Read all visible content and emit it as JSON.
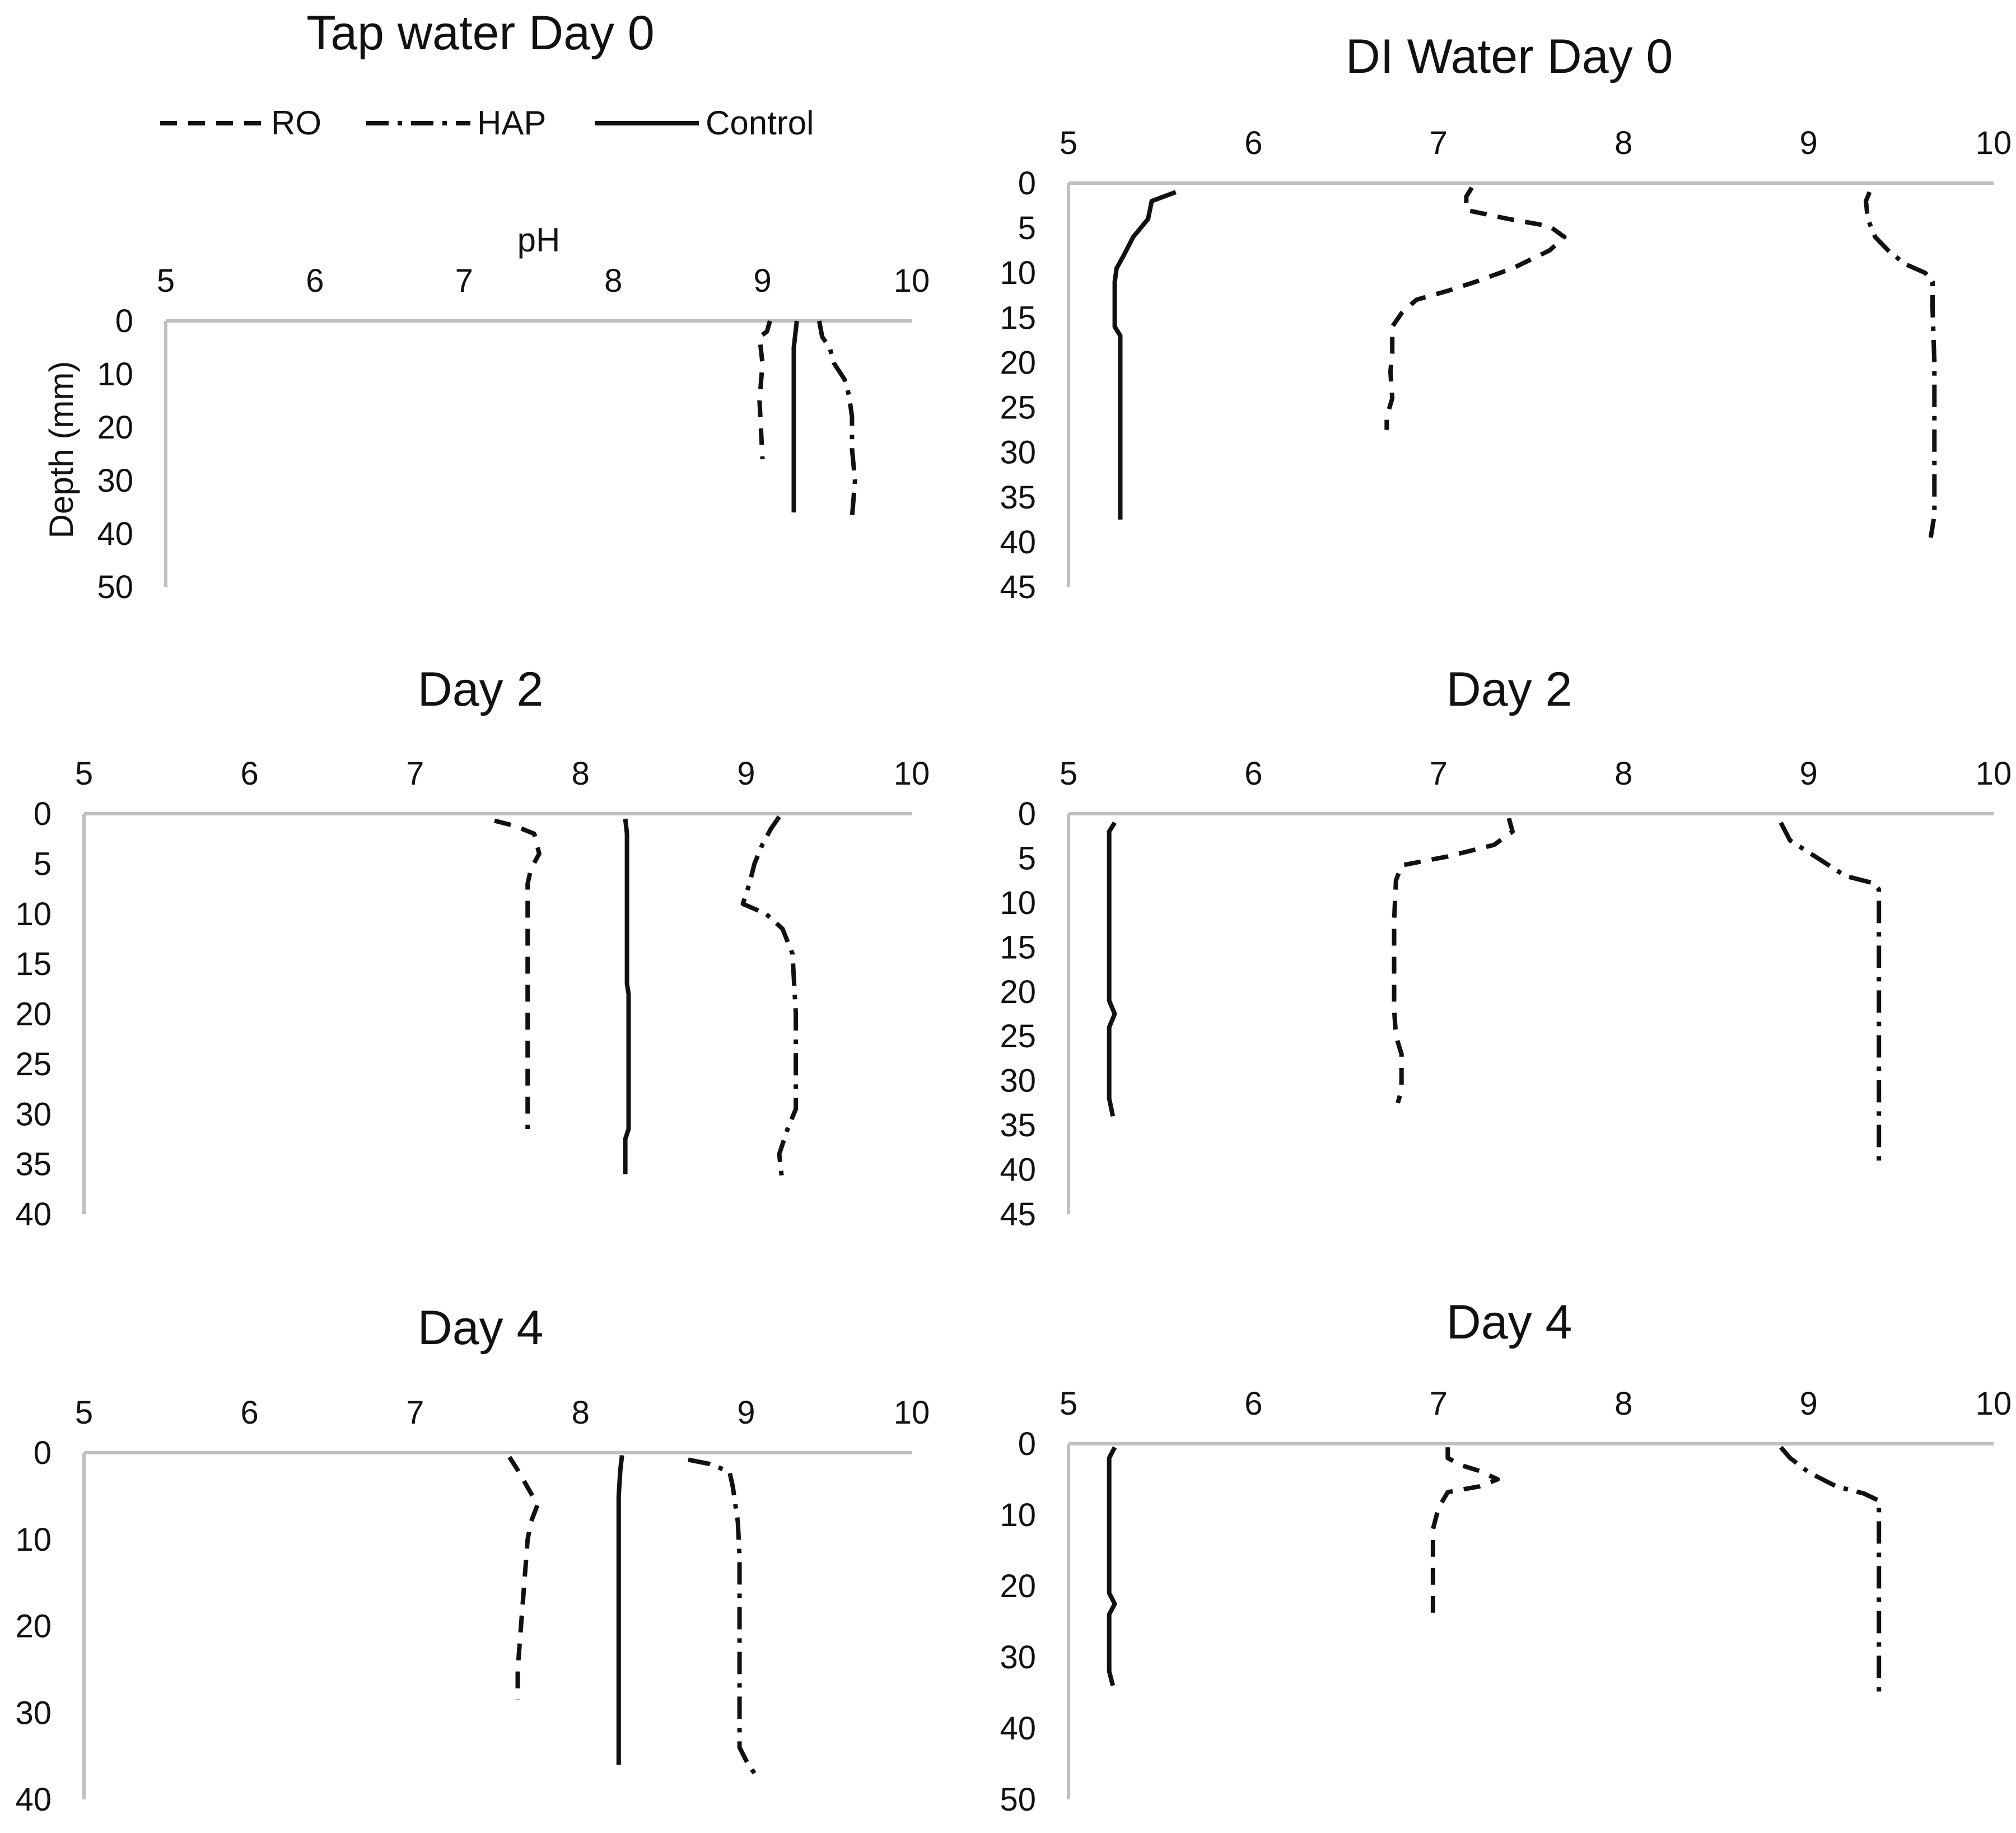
{
  "legend": {
    "items": [
      {
        "label": "RO",
        "style": "dash"
      },
      {
        "label": "HAP",
        "style": "dashdot"
      },
      {
        "label": "Control",
        "style": "solid"
      }
    ]
  },
  "colors": {
    "axis": "#bfbfbf",
    "series": "#111111",
    "text": "#111111"
  },
  "chart_data": [
    {
      "type": "line",
      "title": "Tap water Day 0",
      "xlabel": "pH",
      "ylabel": "Depth (mm)",
      "xlim": [
        5,
        10
      ],
      "ylim": [
        0,
        50
      ],
      "xticks": [
        5,
        6,
        7,
        8,
        9,
        10
      ],
      "yticks": [
        0,
        10,
        20,
        30,
        40,
        50
      ],
      "orientation": "depth-down",
      "series": [
        {
          "name": "RO",
          "style": "dash",
          "points": [
            [
              9.05,
              0
            ],
            [
              9.03,
              2
            ],
            [
              8.98,
              3
            ],
            [
              9.0,
              8
            ],
            [
              8.98,
              15
            ],
            [
              9.0,
              26
            ]
          ]
        },
        {
          "name": "HAP",
          "style": "dashdot",
          "points": [
            [
              9.38,
              0
            ],
            [
              9.4,
              3
            ],
            [
              9.45,
              5
            ],
            [
              9.48,
              8
            ],
            [
              9.55,
              11
            ],
            [
              9.58,
              14
            ],
            [
              9.6,
              18
            ],
            [
              9.6,
              24
            ],
            [
              9.62,
              30
            ],
            [
              9.6,
              37
            ]
          ]
        },
        {
          "name": "Control",
          "style": "solid",
          "points": [
            [
              9.23,
              0
            ],
            [
              9.21,
              5
            ],
            [
              9.21,
              15
            ],
            [
              9.21,
              36
            ]
          ]
        }
      ]
    },
    {
      "type": "line",
      "title": "DI Water Day 0",
      "xlim": [
        5,
        10
      ],
      "ylim": [
        0,
        45
      ],
      "xticks": [
        5,
        6,
        7,
        8,
        9,
        10
      ],
      "yticks": [
        0,
        5,
        10,
        15,
        20,
        25,
        30,
        35,
        40,
        45
      ],
      "orientation": "depth-down",
      "series": [
        {
          "name": "RO",
          "style": "dash",
          "points": [
            [
              7.18,
              0.5
            ],
            [
              7.15,
              1.5
            ],
            [
              7.15,
              3
            ],
            [
              7.38,
              4
            ],
            [
              7.6,
              4.8
            ],
            [
              7.68,
              6
            ],
            [
              7.6,
              7.5
            ],
            [
              7.4,
              9.5
            ],
            [
              7.2,
              11
            ],
            [
              7.05,
              12
            ],
            [
              6.88,
              13
            ],
            [
              6.8,
              14.5
            ],
            [
              6.75,
              16
            ],
            [
              6.75,
              19
            ],
            [
              6.74,
              21
            ],
            [
              6.75,
              24
            ],
            [
              6.72,
              26
            ],
            [
              6.72,
              27.5
            ]
          ]
        },
        {
          "name": "HAP",
          "style": "dashdot",
          "points": [
            [
              9.33,
              1
            ],
            [
              9.31,
              2
            ],
            [
              9.32,
              4
            ],
            [
              9.36,
              6
            ],
            [
              9.43,
              7.5
            ],
            [
              9.52,
              9
            ],
            [
              9.63,
              10
            ],
            [
              9.67,
              11
            ],
            [
              9.67,
              14
            ],
            [
              9.68,
              20
            ],
            [
              9.68,
              30
            ],
            [
              9.68,
              37
            ],
            [
              9.66,
              39.5
            ]
          ]
        },
        {
          "name": "Control",
          "style": "solid",
          "points": [
            [
              5.58,
              1
            ],
            [
              5.45,
              2
            ],
            [
              5.43,
              4
            ],
            [
              5.35,
              6
            ],
            [
              5.3,
              8
            ],
            [
              5.26,
              9.5
            ],
            [
              5.25,
              11
            ],
            [
              5.25,
              16
            ],
            [
              5.28,
              17
            ],
            [
              5.28,
              37.5
            ]
          ]
        }
      ]
    },
    {
      "type": "line",
      "title": "Day 2",
      "xlim": [
        5,
        10
      ],
      "ylim": [
        0,
        40
      ],
      "xticks": [
        5,
        6,
        7,
        8,
        9,
        10
      ],
      "yticks": [
        0,
        5,
        10,
        15,
        20,
        25,
        30,
        35,
        40
      ],
      "orientation": "depth-down",
      "series": [
        {
          "name": "RO",
          "style": "dash",
          "points": [
            [
              7.48,
              0.7
            ],
            [
              7.6,
              1.2
            ],
            [
              7.72,
              2
            ],
            [
              7.75,
              4
            ],
            [
              7.7,
              5.5
            ],
            [
              7.68,
              7
            ],
            [
              7.68,
              20
            ],
            [
              7.68,
              31.5
            ]
          ]
        },
        {
          "name": "HAP",
          "style": "dashdot",
          "points": [
            [
              9.2,
              0.3
            ],
            [
              9.15,
              1.5
            ],
            [
              9.1,
              3
            ],
            [
              9.05,
              5
            ],
            [
              9.02,
              7
            ],
            [
              8.98,
              9
            ],
            [
              9.12,
              10
            ],
            [
              9.22,
              11.5
            ],
            [
              9.28,
              14
            ],
            [
              9.3,
              20
            ],
            [
              9.3,
              29.5
            ],
            [
              9.25,
              31.5
            ],
            [
              9.2,
              34
            ],
            [
              9.22,
              37
            ]
          ]
        },
        {
          "name": "Control",
          "style": "solid",
          "points": [
            [
              8.27,
              0.5
            ],
            [
              8.28,
              2
            ],
            [
              8.28,
              17
            ],
            [
              8.29,
              18
            ],
            [
              8.29,
              31.5
            ],
            [
              8.27,
              32.5
            ],
            [
              8.27,
              36
            ]
          ]
        }
      ]
    },
    {
      "type": "line",
      "title": "Day 2",
      "xlim": [
        5,
        10
      ],
      "ylim": [
        0,
        45
      ],
      "xticks": [
        5,
        6,
        7,
        8,
        9,
        10
      ],
      "yticks": [
        0,
        5,
        10,
        15,
        20,
        25,
        30,
        35,
        40,
        45
      ],
      "orientation": "depth-down",
      "series": [
        {
          "name": "RO",
          "style": "dash",
          "points": [
            [
              7.38,
              0.5
            ],
            [
              7.4,
              2
            ],
            [
              7.3,
              3.5
            ],
            [
              7.05,
              4.8
            ],
            [
              6.8,
              5.8
            ],
            [
              6.77,
              7.5
            ],
            [
              6.76,
              12
            ],
            [
              6.76,
              22
            ],
            [
              6.77,
              25
            ],
            [
              6.8,
              27
            ],
            [
              6.8,
              31
            ],
            [
              6.78,
              32.5
            ]
          ]
        },
        {
          "name": "HAP",
          "style": "dashdot",
          "points": [
            [
              8.85,
              1
            ],
            [
              8.9,
              3
            ],
            [
              9.05,
              5
            ],
            [
              9.2,
              7
            ],
            [
              9.35,
              7.8
            ],
            [
              9.38,
              8.5
            ],
            [
              9.38,
              11
            ],
            [
              9.38,
              20
            ],
            [
              9.38,
              30
            ],
            [
              9.38,
              39
            ]
          ]
        },
        {
          "name": "Control",
          "style": "solid",
          "points": [
            [
              5.25,
              1
            ],
            [
              5.22,
              2
            ],
            [
              5.22,
              21
            ],
            [
              5.25,
              22.5
            ],
            [
              5.22,
              24
            ],
            [
              5.22,
              32
            ],
            [
              5.24,
              34
            ]
          ]
        }
      ]
    },
    {
      "type": "line",
      "title": "Day 4",
      "xlim": [
        5,
        10
      ],
      "ylim": [
        0,
        40
      ],
      "xticks": [
        5,
        6,
        7,
        8,
        9,
        10
      ],
      "yticks": [
        0,
        10,
        20,
        30,
        40
      ],
      "orientation": "depth-down",
      "series": [
        {
          "name": "RO",
          "style": "dash",
          "points": [
            [
              7.57,
              0.5
            ],
            [
              7.62,
              2
            ],
            [
              7.68,
              4
            ],
            [
              7.74,
              6
            ],
            [
              7.7,
              8
            ],
            [
              7.68,
              10
            ],
            [
              7.66,
              15
            ],
            [
              7.64,
              20
            ],
            [
              7.62,
              25
            ],
            [
              7.62,
              28.5
            ]
          ]
        },
        {
          "name": "HAP",
          "style": "dashdot",
          "points": [
            [
              8.65,
              0.8
            ],
            [
              8.78,
              1.3
            ],
            [
              8.9,
              2.2
            ],
            [
              8.92,
              4
            ],
            [
              8.95,
              8
            ],
            [
              8.96,
              12
            ],
            [
              8.96,
              20
            ],
            [
              8.96,
              34
            ],
            [
              9.0,
              35.5
            ],
            [
              9.05,
              37
            ]
          ]
        },
        {
          "name": "Control",
          "style": "solid",
          "points": [
            [
              8.25,
              0.3
            ],
            [
              8.24,
              2
            ],
            [
              8.23,
              5
            ],
            [
              8.23,
              36
            ]
          ]
        }
      ]
    },
    {
      "type": "line",
      "title": "Day 4",
      "xlim": [
        5,
        10
      ],
      "ylim": [
        0,
        50
      ],
      "xticks": [
        5,
        6,
        7,
        8,
        9,
        10
      ],
      "yticks": [
        0,
        10,
        20,
        30,
        40,
        50
      ],
      "orientation": "depth-down",
      "series": [
        {
          "name": "RO",
          "style": "dash",
          "points": [
            [
              7.05,
              0.5
            ],
            [
              7.05,
              2
            ],
            [
              7.12,
              3
            ],
            [
              7.22,
              3.8
            ],
            [
              7.32,
              5
            ],
            [
              7.22,
              6
            ],
            [
              7.05,
              6.8
            ],
            [
              7.0,
              9
            ],
            [
              6.97,
              12
            ],
            [
              6.97,
              24
            ]
          ]
        },
        {
          "name": "HAP",
          "style": "dashdot",
          "points": [
            [
              8.85,
              0.5
            ],
            [
              8.9,
              2
            ],
            [
              9.0,
              4
            ],
            [
              9.15,
              6
            ],
            [
              9.3,
              7
            ],
            [
              9.38,
              8
            ],
            [
              9.38,
              12
            ],
            [
              9.38,
              20
            ],
            [
              9.38,
              36
            ]
          ]
        },
        {
          "name": "Control",
          "style": "solid",
          "points": [
            [
              5.25,
              0.5
            ],
            [
              5.22,
              2
            ],
            [
              5.22,
              21
            ],
            [
              5.25,
              22.5
            ],
            [
              5.22,
              24
            ],
            [
              5.22,
              32
            ],
            [
              5.24,
              34
            ]
          ]
        }
      ]
    }
  ]
}
